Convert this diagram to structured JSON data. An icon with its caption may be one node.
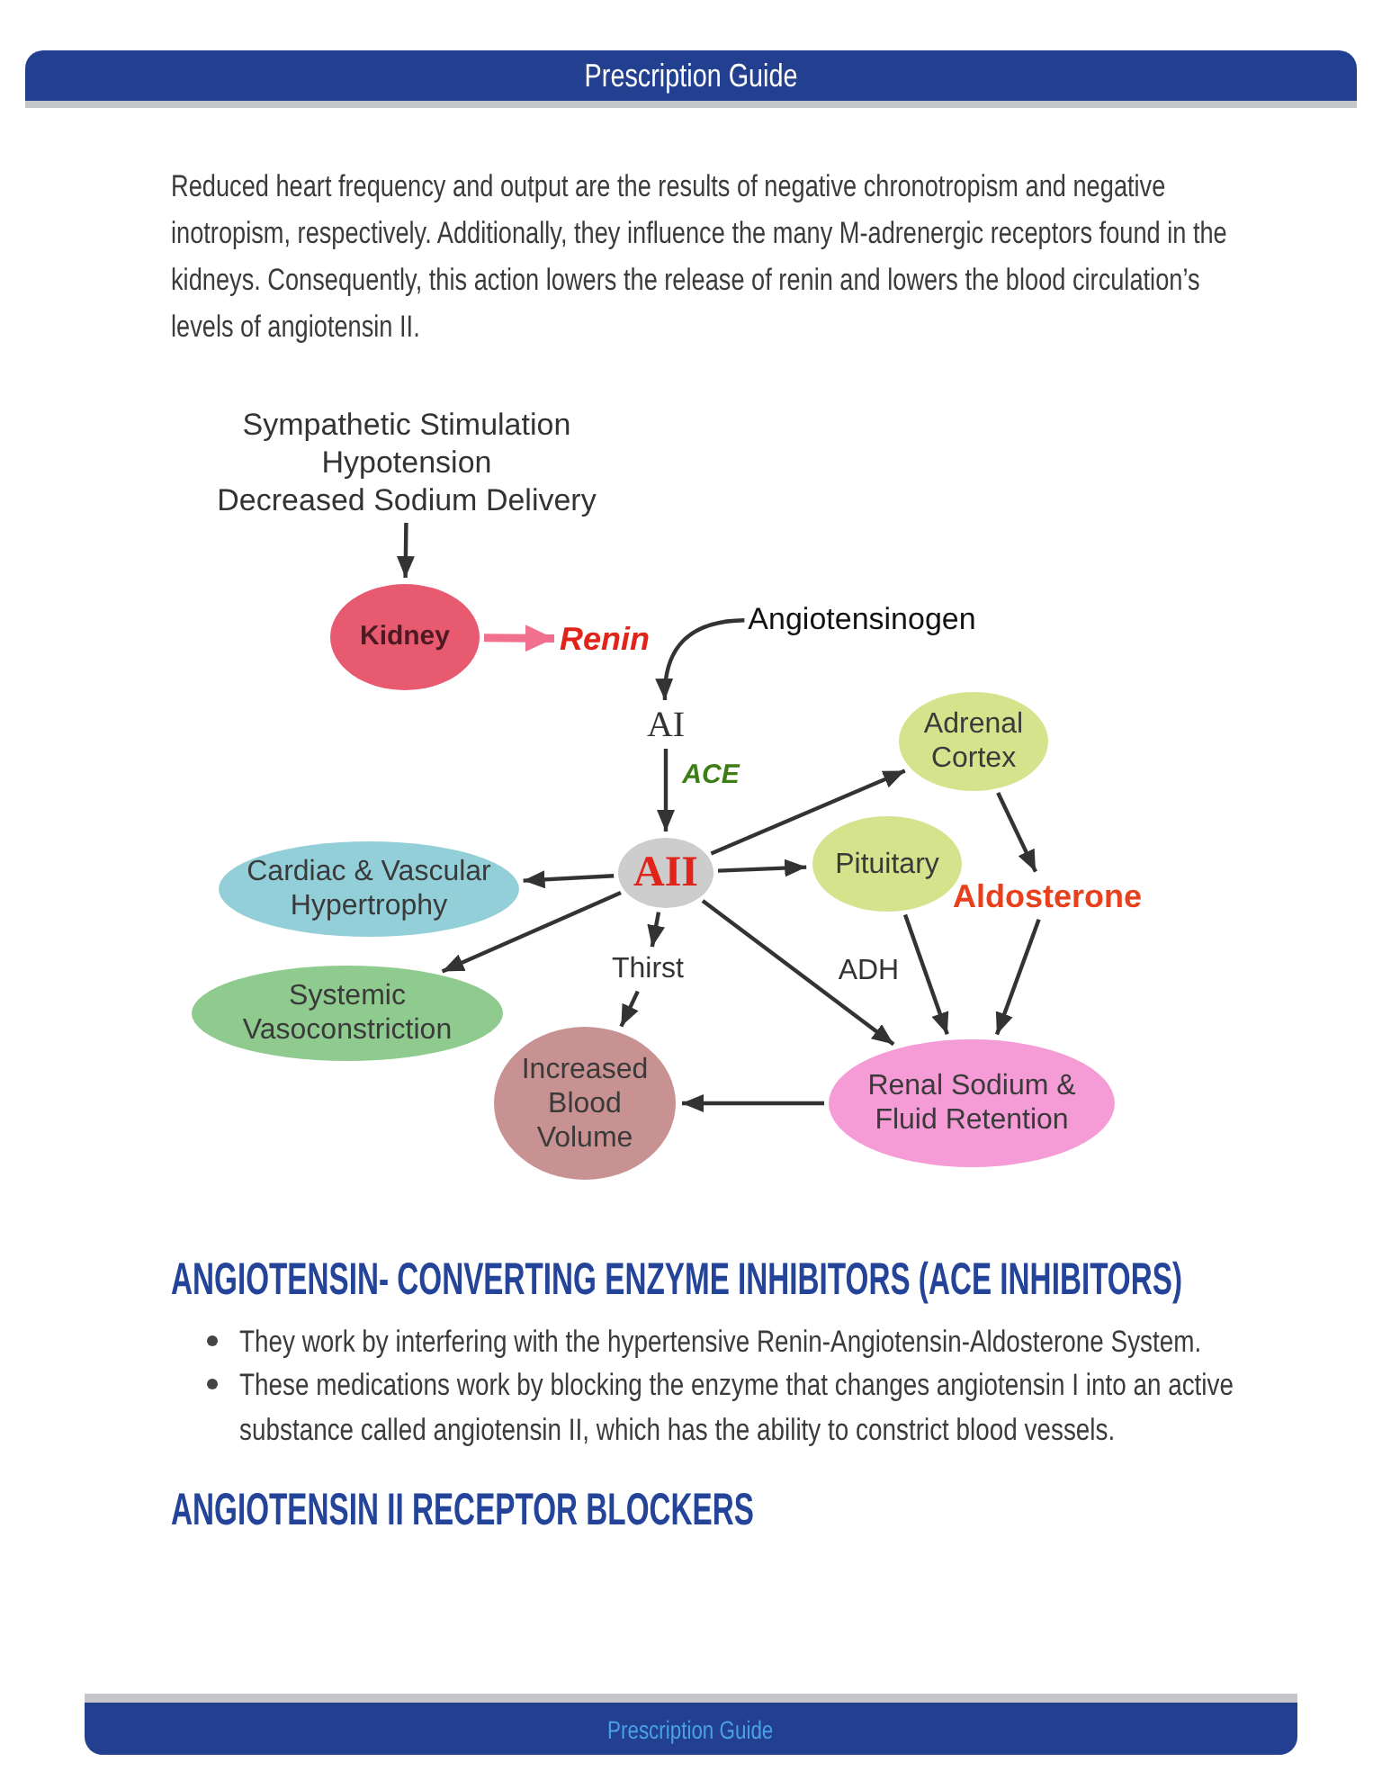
{
  "diagram": {
    "nodes": [
      {
        "text": [
          "Prescription Guide"
        ]
      },
      {
        "text": [
          "Sympathetic Stimulation",
          "Hypotension",
          "Decreased Sodium Delivery"
        ]
      },
      {
        "text": [
          "Kidney"
        ]
      },
      {
        "text": [
          "Renin"
        ]
      },
      {
        "text": [
          "Angiotensinogen"
        ]
      },
      {
        "text": [
          "AI"
        ]
      },
      {
        "text": [
          "Adrenal Cortex"
        ]
      },
      {
        "text": [
          "Cardiac & Vascular Hypertrophy"
        ]
      },
      {
        "text": [
          "AII"
        ]
      },
      {
        "text": [
          "Pituitary"
        ]
      },
      {
        "text": [
          "Aldosterone"
        ]
      },
      {
        "text": [
          "Systemic Vasoconstriction"
        ]
      },
      {
        "text": [
          "Thirst"
        ]
      },
      {
        "text": [
          "Renal Sodium & Fluid Retention"
        ]
      },
      {
        "text": [
          "Increased Blood Volume"
        ]
      },
      {
        "text": [
          "Prescription Guide"
        ]
      }
    ],
    "edges": [
      {
        "from": 1,
        "to": 2,
        "arrow": "to"
      },
      {
        "from": 2,
        "to": 3,
        "arrow": "to",
        "style": "thick",
        "color": "#f0708e"
      },
      {
        "from": 4,
        "to": 5,
        "arrow": "to"
      },
      {
        "from": 5,
        "to": 8,
        "arrow": "to",
        "label": "ACE"
      },
      {
        "from": 8,
        "to": 6,
        "arrow": "to"
      },
      {
        "from": 8,
        "to": 7,
        "arrow": "to"
      },
      {
        "from": 8,
        "to": 9,
        "arrow": "to"
      },
      {
        "from": 8,
        "to": 11,
        "arrow": "to"
      },
      {
        "from": 8,
        "to": 12,
        "arrow": "to"
      },
      {
        "from": 8,
        "to": 13,
        "arrow": "to"
      },
      {
        "from": 6,
        "to": 10,
        "arrow": "to"
      },
      {
        "from": 9,
        "to": 13,
        "arrow": "to",
        "label": "ADH"
      },
      {
        "from": 10,
        "to": 13,
        "arrow": "to"
      },
      {
        "from": 12,
        "to": 14,
        "arrow": "to"
      },
      {
        "from": 13,
        "to": 14,
        "arrow": "to"
      }
    ],
    "labels": [
      "Reduced heart frequency and output are the results of negative chronotropism and negative inotropism, respectively. Additionally, they influence the many M-adrenergic receptors found in the kidneys. Consequently, this action lowers the release of renin and lowers the blood circulation’s levels of angiotensin II.",
      "ANGIOTENSIN- CONVERTING ENZYME INHIBITORS (ACE INHIBITORS)",
      "They work by interfering with the hypertensive Renin-Angiotensin-Aldosterone System.",
      "These medications work by blocking the enzyme that changes angiotensin I into an active substance called angiotensin II, which has the ability to constrict blood vessels.",
      "ANGIOTENSIN II RECEPTOR BLOCKERS"
    ]
  }
}
